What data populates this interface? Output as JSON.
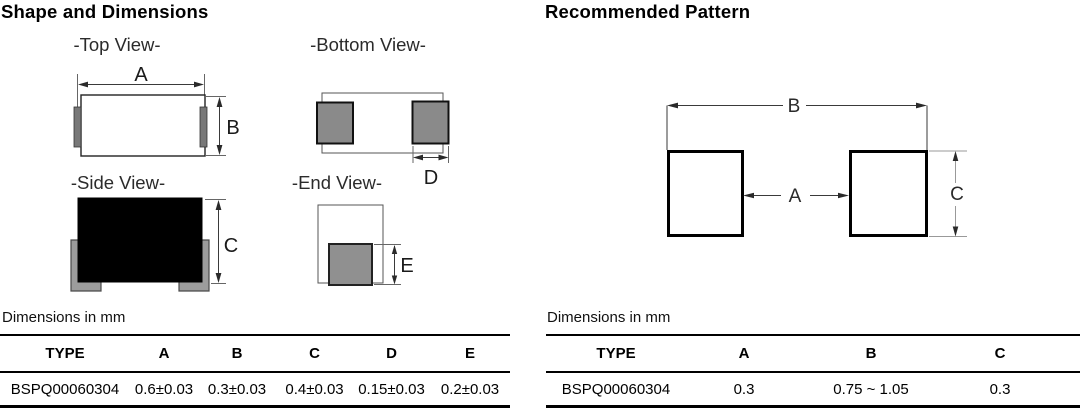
{
  "shape_section": {
    "title": "Shape and Dimensions",
    "top_view_label": "-Top View-",
    "bottom_view_label": "-Bottom View-",
    "side_view_label": "-Side View-",
    "end_view_label": "-End View-",
    "dim_a": "A",
    "dim_b": "B",
    "dim_c": "C",
    "dim_d": "D",
    "dim_e": "E",
    "units_note": "Dimensions in mm",
    "table": {
      "headers": [
        "TYPE",
        "A",
        "B",
        "C",
        "D",
        "E"
      ],
      "row": [
        "BSPQ00060304",
        "0.6±0.03",
        "0.3±0.03",
        "0.4±0.03",
        "0.15±0.03",
        "0.2±0.03"
      ]
    }
  },
  "pattern_section": {
    "title": "Recommended Pattern",
    "dim_a": "A",
    "dim_b": "B",
    "dim_c": "C",
    "units_note": "Dimensions in mm",
    "table": {
      "headers": [
        "TYPE",
        "A",
        "B",
        "C"
      ],
      "row": [
        "BSPQ00060304",
        "0.3",
        "0.75 ~ 1.05",
        "0.3"
      ]
    }
  },
  "colors": {
    "cap_gray": "#787878",
    "pad_gray": "#8a8a8a",
    "terminal_gray": "#9c9c9c",
    "end_pad_gray": "#909090",
    "body_black": "#000000"
  }
}
